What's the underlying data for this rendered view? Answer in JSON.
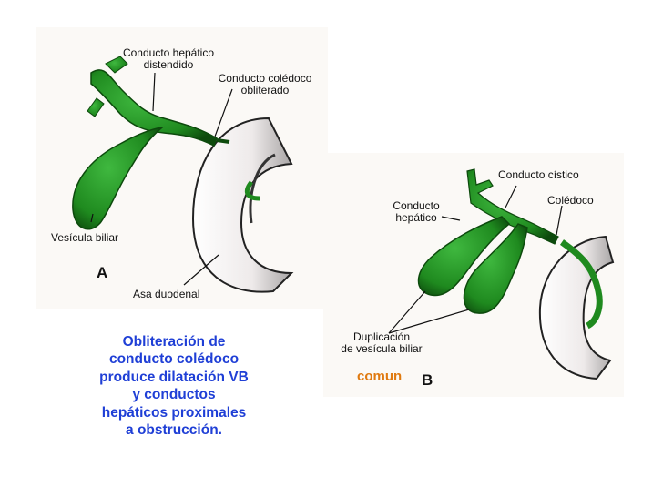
{
  "panel_a": {
    "label_dilated_hepatic_duct": [
      "Conducto hepático",
      "distendido"
    ],
    "label_obliterated_cbd": [
      "Conducto colédoco",
      "obliterado"
    ],
    "label_gallbladder": "Vesícula biliar",
    "label_duodenal_loop": "Asa duodenal",
    "letter": "A"
  },
  "panel_b": {
    "label_cystic_duct": "Conducto cístico",
    "label_hepatic_duct": [
      "Conducto",
      "hepático"
    ],
    "label_cbd": "Colédoco",
    "label_duplication": [
      "Duplicación",
      "de vesícula biliar"
    ],
    "letter": "B"
  },
  "caption": [
    "Obliteración de",
    "conducto colédoco",
    "produce dilatación VB",
    "y conductos",
    "hepáticos proximales",
    "a obstrucción."
  ],
  "comun_label": "comun",
  "colors": {
    "organ_green": "#1f8a1f",
    "organ_dark": "#0d4a0d",
    "duodenum_white": "#f4f2f2",
    "caption_blue": "#1f3fd6",
    "comun_orange": "#e07a10"
  }
}
